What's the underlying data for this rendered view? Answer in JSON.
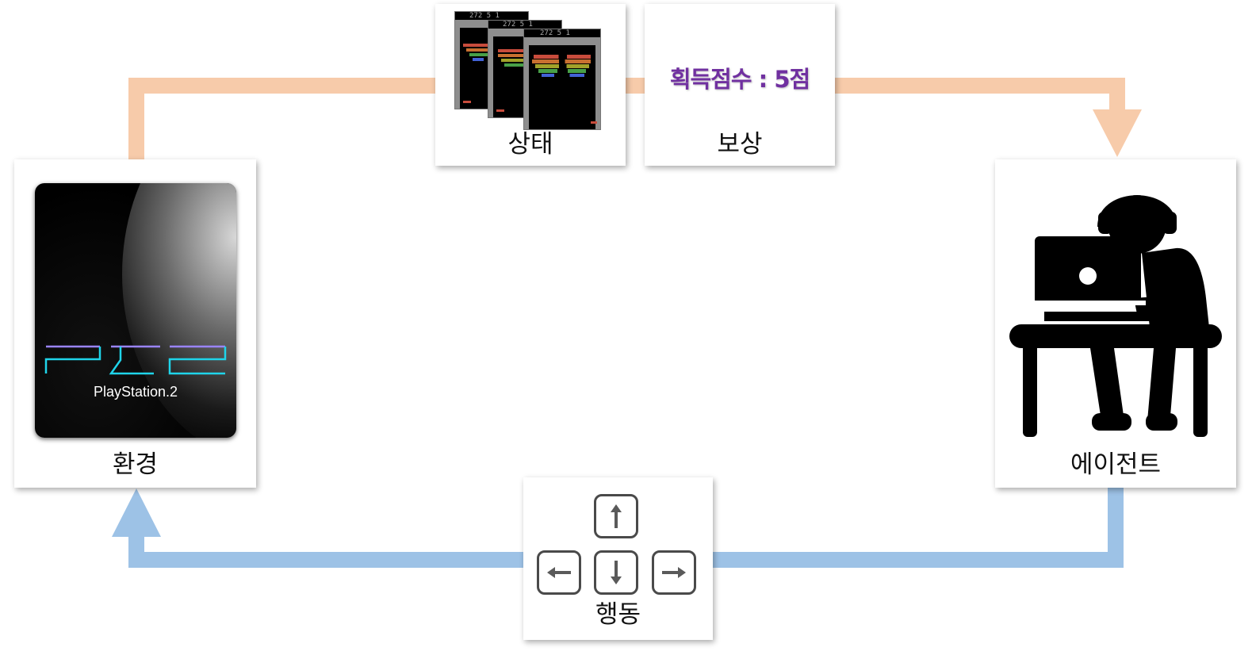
{
  "nodes": {
    "environment": {
      "label": "환경",
      "logo_text": "PlayStation.2"
    },
    "state": {
      "label": "상태"
    },
    "reward": {
      "label": "보상",
      "text": "획득점수 : 5점"
    },
    "agent": {
      "label": "에이전트"
    },
    "action": {
      "label": "행동"
    }
  },
  "game_hud": {
    "text": "272   5   1"
  },
  "colors": {
    "observation_arrow": "#f7cbaa",
    "action_arrow": "#9dc2e6",
    "reward_text": "#7030a0",
    "ps2_cyan": "#1fd4ea",
    "ps2_purple": "#9a84ff",
    "brick_red": "#c84c3c",
    "brick_orange": "#c87030",
    "brick_yellow": "#a2a22a",
    "brick_green": "#48a048",
    "brick_blue": "#4262d6"
  },
  "icons": {
    "agent": "person-at-laptop-with-headset-icon",
    "environment": "playstation2-logo",
    "state": "breakout-game-frames",
    "action": "arrow-keys-icon"
  },
  "keys": [
    "up",
    "left",
    "down",
    "right"
  ]
}
